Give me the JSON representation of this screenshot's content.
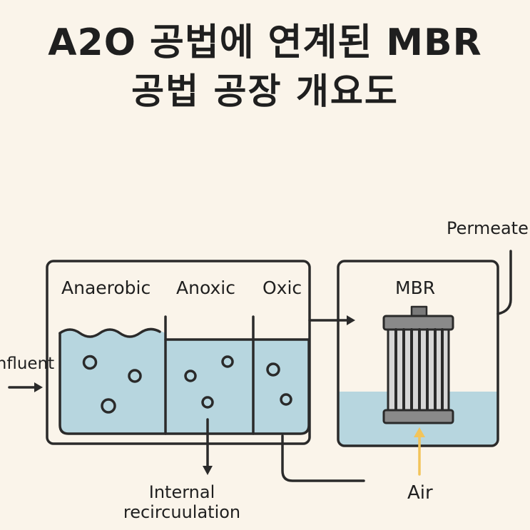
{
  "title": {
    "line1": "A2O 공법에 연계된 MBR",
    "line2": "공법 공장 개요도"
  },
  "zones": {
    "anaerobic": "Anaerobic",
    "anoxic": "Anoxic",
    "oxic": "Oxic"
  },
  "mbr_label": "MBR",
  "influent_label": "Influent",
  "permeate_label": "Permeate",
  "air_label": "Air",
  "internal_recirculation": {
    "line1": "Internal",
    "line2": "recircuulation"
  },
  "colors": {
    "background": "#faf4ea",
    "water": "#b7d6df",
    "stroke": "#2a2a2a",
    "air_arrow": "#f2c45a"
  },
  "icons": [
    "membrane-module-icon",
    "bubble-icon",
    "flow-arrow-icon"
  ]
}
